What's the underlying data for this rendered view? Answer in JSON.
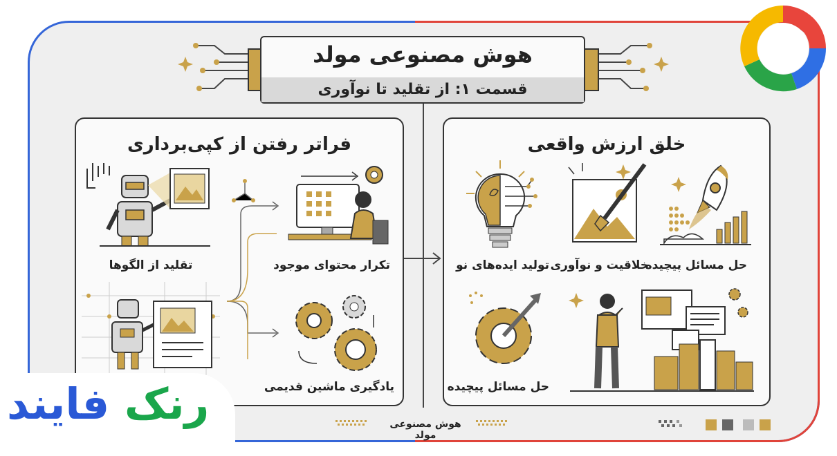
{
  "header": {
    "title": "هوش مصنوعی مولد",
    "subtitle": "قسمت ۱: از تقلید تا نوآوری"
  },
  "left_panel": {
    "title": "فراتر رفتن از کپی‌برداری",
    "items": [
      {
        "label": "تقلید از الگوها"
      },
      {
        "label": "تکرار محتوای موجود"
      },
      {
        "label": "یادگیری ماشین قدیمی"
      }
    ]
  },
  "right_panel": {
    "title": "خلق ارزش واقعی",
    "items": [
      {
        "label": "تولید ایده‌های نو"
      },
      {
        "label": "خلاقیت و نوآوری"
      },
      {
        "label": "حل مسائل پیچیده"
      },
      {
        "label": "حل مسائل پیچیده"
      }
    ]
  },
  "footer": {
    "text": "هوش مصنوعی مولد"
  },
  "brand": {
    "part1": "فایند",
    "part2": "رنک",
    "color1": "#2a59d6",
    "color2": "#1aa64b"
  },
  "colors": {
    "gold": "#c9a24a",
    "frame_blue": "#3566d8",
    "frame_red": "#e0443a"
  }
}
